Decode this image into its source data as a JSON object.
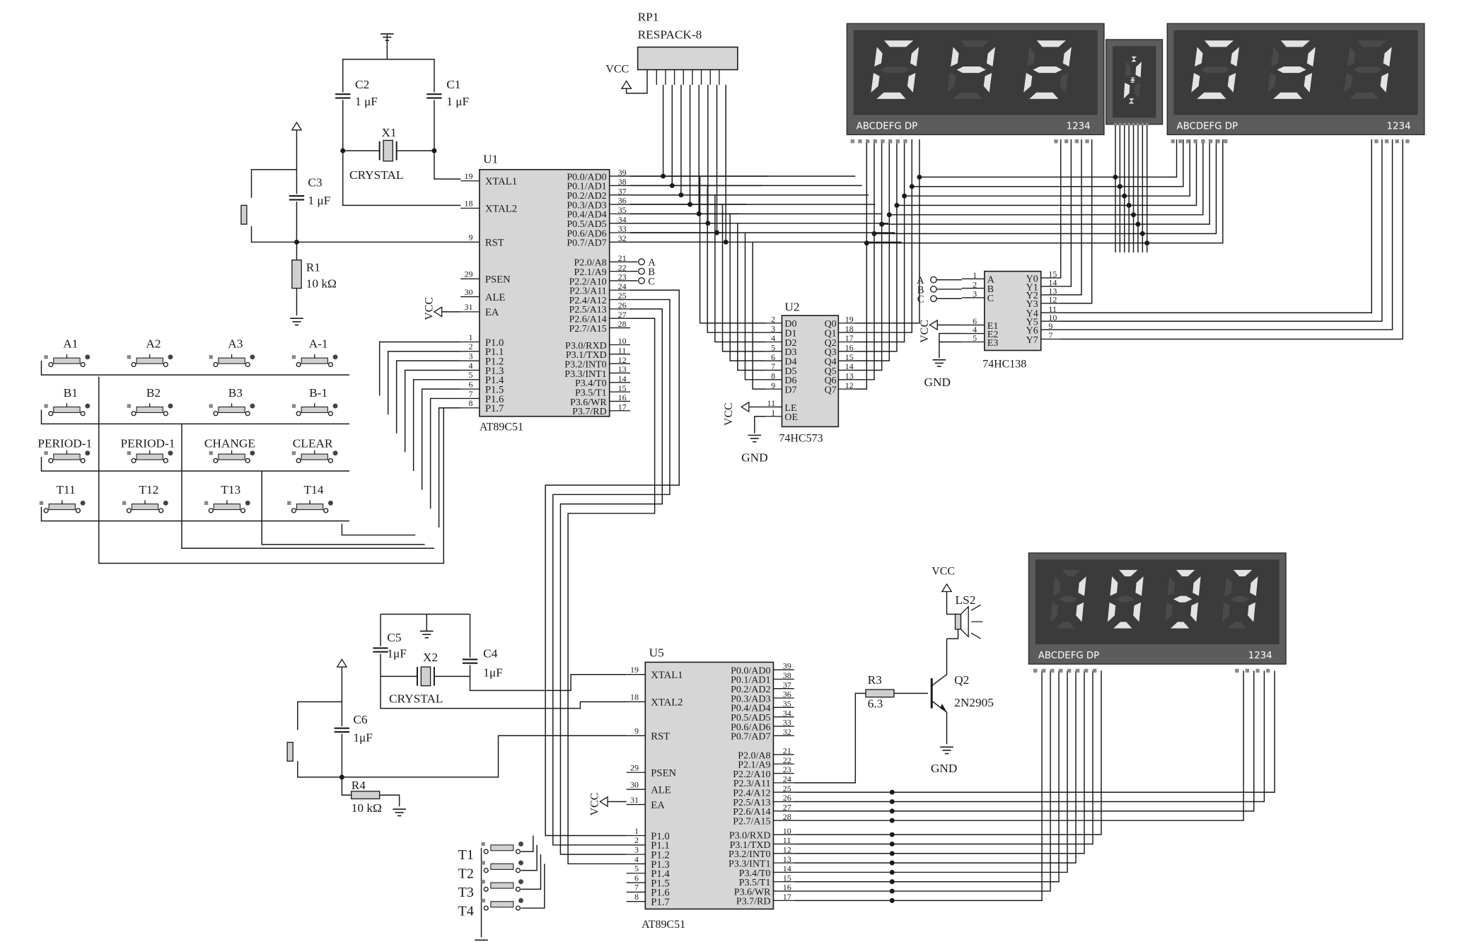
{
  "rp1": {
    "ref": "RP1",
    "name": "RESPACK-8"
  },
  "vcc": "VCC",
  "gnd": "GND",
  "u1": {
    "ref": "U1",
    "name": "AT89C51",
    "left_pins": [
      {
        "num": "19",
        "name": "XTAL1"
      },
      {
        "num": "18",
        "name": "XTAL2"
      },
      {
        "num": "9",
        "name": "RST"
      },
      {
        "num": "29",
        "name": "PSEN"
      },
      {
        "num": "30",
        "name": "ALE"
      },
      {
        "num": "31",
        "name": "EA"
      },
      {
        "num": "1",
        "name": "P1.0"
      },
      {
        "num": "2",
        "name": "P1.1"
      },
      {
        "num": "3",
        "name": "P1.2"
      },
      {
        "num": "4",
        "name": "P1.3"
      },
      {
        "num": "5",
        "name": "P1.4"
      },
      {
        "num": "6",
        "name": "P1.5"
      },
      {
        "num": "7",
        "name": "P1.6"
      },
      {
        "num": "8",
        "name": "P1.7"
      }
    ],
    "right_pins": [
      {
        "num": "39",
        "name": "P0.0/AD0"
      },
      {
        "num": "38",
        "name": "P0.1/AD1"
      },
      {
        "num": "37",
        "name": "P0.2/AD2"
      },
      {
        "num": "36",
        "name": "P0.3/AD3"
      },
      {
        "num": "35",
        "name": "P0.4/AD4"
      },
      {
        "num": "34",
        "name": "P0.5/AD5"
      },
      {
        "num": "33",
        "name": "P0.6/AD6"
      },
      {
        "num": "32",
        "name": "P0.7/AD7"
      },
      {
        "num": "21",
        "name": "P2.0/A8"
      },
      {
        "num": "22",
        "name": "P2.1/A9"
      },
      {
        "num": "23",
        "name": "P2.2/A10"
      },
      {
        "num": "24",
        "name": "P2.3/A11"
      },
      {
        "num": "25",
        "name": "P2.4/A12"
      },
      {
        "num": "26",
        "name": "P2.5/A13"
      },
      {
        "num": "27",
        "name": "P2.6/A14"
      },
      {
        "num": "28",
        "name": "P2.7/A15"
      },
      {
        "num": "10",
        "name": "P3.0/RXD"
      },
      {
        "num": "11",
        "name": "P3.1/TXD"
      },
      {
        "num": "12",
        "name": "P3.2/INT0"
      },
      {
        "num": "13",
        "name": "P3.3/INT1"
      },
      {
        "num": "14",
        "name": "P3.4/T0"
      },
      {
        "num": "15",
        "name": "P3.5/T1"
      },
      {
        "num": "16",
        "name": "P3.6/WR"
      },
      {
        "num": "17",
        "name": "P3.7/RD"
      }
    ]
  },
  "u5": {
    "ref": "U5",
    "name": "AT89C51"
  },
  "u2": {
    "ref": "U2",
    "name": "74HC573",
    "left_pins": [
      {
        "num": "2",
        "name": "D0"
      },
      {
        "num": "3",
        "name": "D1"
      },
      {
        "num": "4",
        "name": "D2"
      },
      {
        "num": "5",
        "name": "D3"
      },
      {
        "num": "6",
        "name": "D4"
      },
      {
        "num": "7",
        "name": "D5"
      },
      {
        "num": "8",
        "name": "D6"
      },
      {
        "num": "9",
        "name": "D7"
      },
      {
        "num": "11",
        "name": "LE"
      },
      {
        "num": "1",
        "name": "OE"
      }
    ],
    "right_pins": [
      {
        "num": "19",
        "name": "Q0"
      },
      {
        "num": "18",
        "name": "Q1"
      },
      {
        "num": "17",
        "name": "Q2"
      },
      {
        "num": "16",
        "name": "Q3"
      },
      {
        "num": "15",
        "name": "Q4"
      },
      {
        "num": "14",
        "name": "Q5"
      },
      {
        "num": "13",
        "name": "Q6"
      },
      {
        "num": "12",
        "name": "Q7"
      }
    ]
  },
  "u3": {
    "name": "74HC138",
    "left_pins": [
      {
        "num": "1",
        "name": "A"
      },
      {
        "num": "2",
        "name": "B"
      },
      {
        "num": "3",
        "name": "C"
      },
      {
        "num": "6",
        "name": "E1"
      },
      {
        "num": "4",
        "name": "E2"
      },
      {
        "num": "5",
        "name": "E3"
      }
    ],
    "right_pins": [
      {
        "num": "15",
        "name": "Y0"
      },
      {
        "num": "14",
        "name": "Y1"
      },
      {
        "num": "13",
        "name": "Y2"
      },
      {
        "num": "12",
        "name": "Y3"
      },
      {
        "num": "11",
        "name": "Y4"
      },
      {
        "num": "10",
        "name": "Y5"
      },
      {
        "num": "9",
        "name": "Y6"
      },
      {
        "num": "7",
        "name": "Y7"
      }
    ]
  },
  "net_abc": [
    "A",
    "B",
    "C"
  ],
  "c2": {
    "ref": "C2",
    "value": "1 μF"
  },
  "c1": {
    "ref": "C1",
    "value": "1 μF"
  },
  "x1": {
    "ref": "X1",
    "name": "CRYSTAL"
  },
  "c3": {
    "ref": "C3",
    "value": "1 μF"
  },
  "r1": {
    "ref": "R1",
    "value": "10 kΩ"
  },
  "c5": {
    "ref": "C5",
    "value": "1μF"
  },
  "c4": {
    "ref": "C4",
    "value": "1μF"
  },
  "x2": {
    "ref": "X2",
    "name": "CRYSTAL"
  },
  "c6": {
    "ref": "C6",
    "value": "1μF"
  },
  "r4": {
    "ref": "R4",
    "value": "10 kΩ"
  },
  "r3": {
    "ref": "R3",
    "value": "6.3"
  },
  "q2": {
    "ref": "Q2",
    "name": "2N2905"
  },
  "ls2": {
    "ref": "LS2"
  },
  "keypad_rows": [
    [
      "A1",
      "A2",
      "A3",
      "A-1"
    ],
    [
      "B1",
      "B2",
      "B3",
      "B-1"
    ],
    [
      "PERIOD-1",
      "PERIOD-1",
      "CHANGE",
      "CLEAR"
    ],
    [
      "T11",
      "T12",
      "T13",
      "T14"
    ]
  ],
  "lower_buttons": [
    "T1",
    "T2",
    "T3",
    "T4"
  ],
  "displays": [
    {
      "digits": "042",
      "seg_label": "ABCDEFG DP",
      "com_label": "1234"
    },
    {
      "digits": "2"
    },
    {
      "digits": "031",
      "seg_label": "ABCDEFG DP",
      "com_label": "1234"
    },
    {
      "digits": "1037",
      "seg_label": "ABCDEFG DP",
      "com_label": "1234"
    }
  ],
  "colors": {
    "wire": "#1a1a1a",
    "chip_fill": "#d6d6d6",
    "display_bezel": "#5c5c5c",
    "display_face": "#3b3b3b",
    "segment_on": "#e3e3e3",
    "pin_square": "#888888"
  }
}
